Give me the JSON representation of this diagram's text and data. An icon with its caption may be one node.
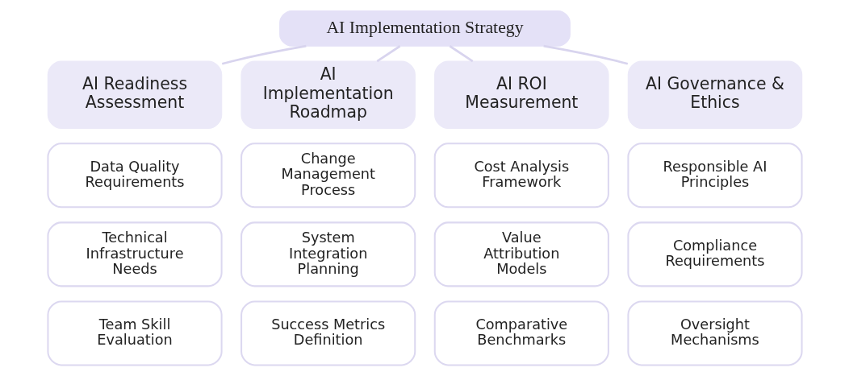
{
  "diagram": {
    "nodes": [
      {
        "text": [
          "AI Implementation Strategy"
        ]
      },
      {
        "text": [
          "AI Readiness Assessment"
        ]
      },
      {
        "text": [
          "AI Implementation Roadmap"
        ]
      },
      {
        "text": [
          "AI ROI Measurement"
        ]
      },
      {
        "text": [
          "AI Governance & Ethics"
        ]
      },
      {
        "text": [
          "Data Quality Requirements"
        ]
      },
      {
        "text": [
          "Change Management Process"
        ]
      },
      {
        "text": [
          "Cost Analysis Framework"
        ]
      },
      {
        "text": [
          "Responsible AI Principles"
        ]
      },
      {
        "text": [
          "Technical Infrastructure Needs"
        ]
      },
      {
        "text": [
          "System Integration Planning"
        ]
      },
      {
        "text": [
          "Value Attribution Models"
        ]
      },
      {
        "text": [
          "Compliance Requirements"
        ]
      },
      {
        "text": [
          "Team Skill Evaluation"
        ]
      },
      {
        "text": [
          "Success Metrics Definition"
        ]
      },
      {
        "text": [
          "Comparative Benchmarks"
        ]
      },
      {
        "text": [
          "Oversight Mechanisms"
        ]
      }
    ],
    "edges": [
      {
        "from": 0,
        "to": 1,
        "arrow": "none"
      },
      {
        "from": 0,
        "to": 2,
        "arrow": "none"
      },
      {
        "from": 0,
        "to": 3,
        "arrow": "none"
      },
      {
        "from": 0,
        "to": 4,
        "arrow": "none"
      }
    ]
  }
}
